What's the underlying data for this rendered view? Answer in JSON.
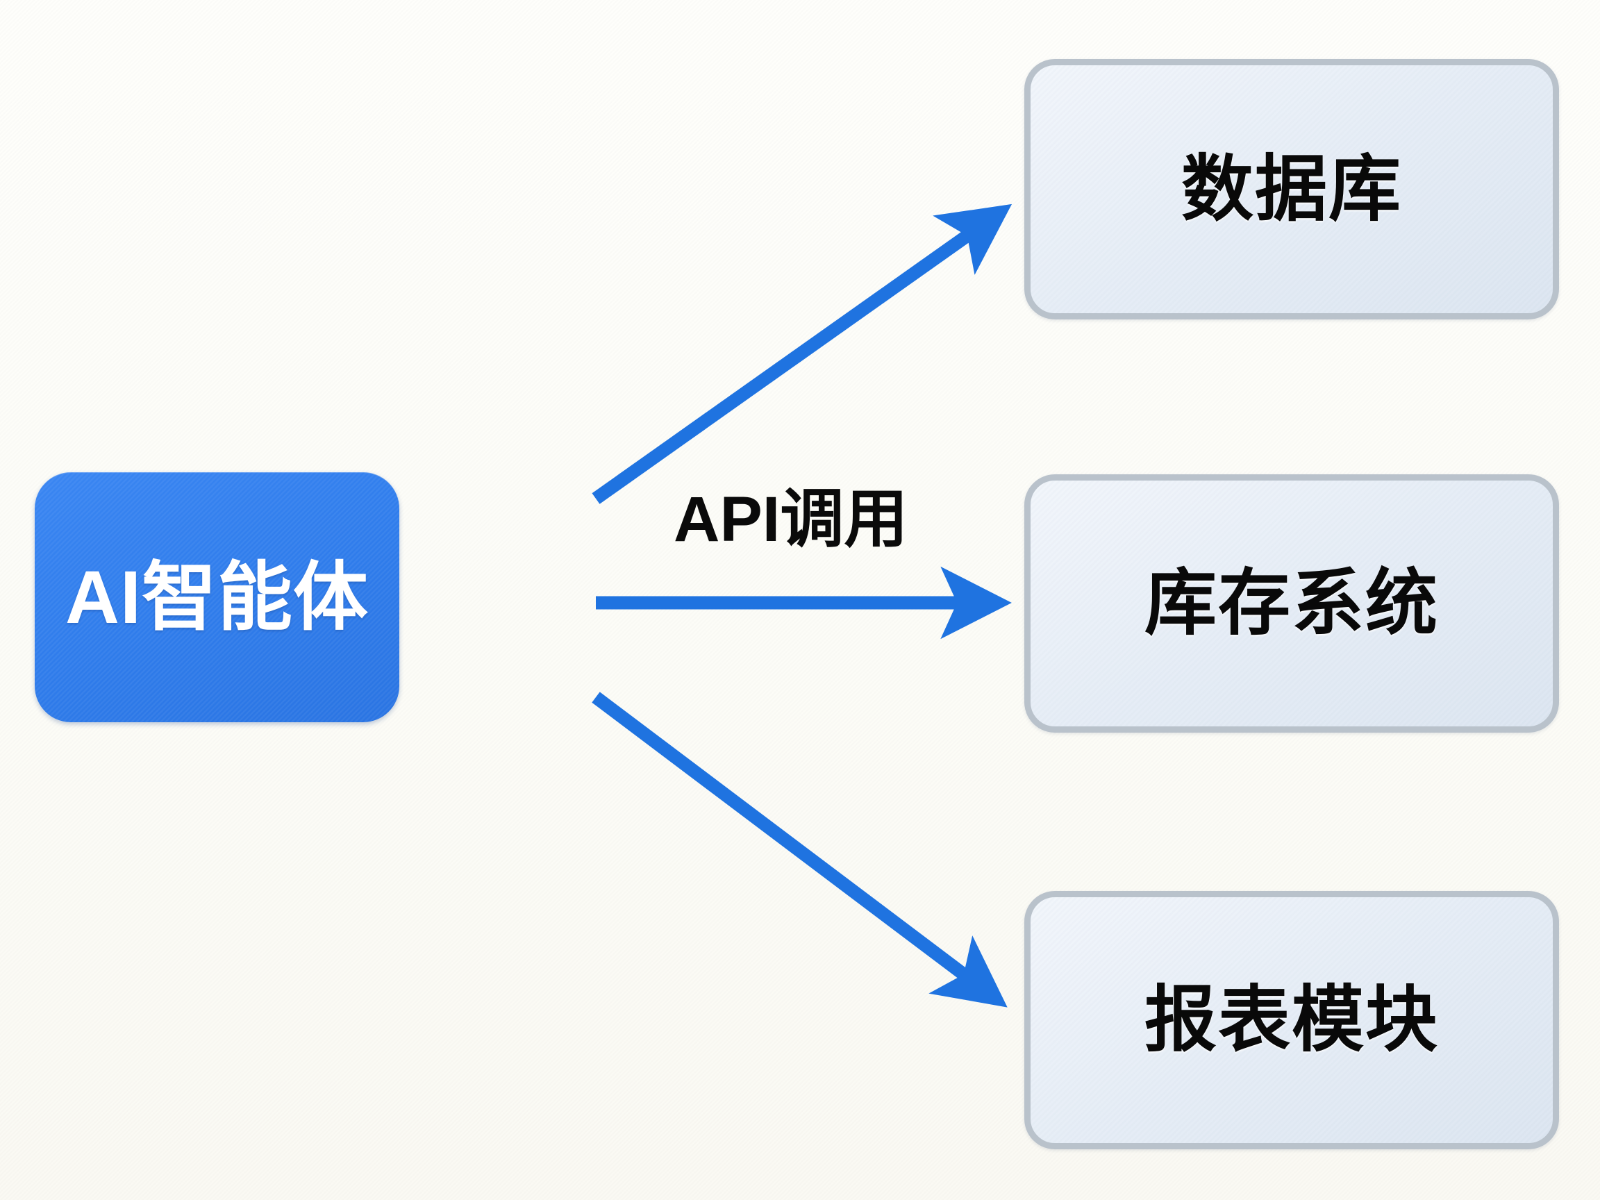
{
  "diagram": {
    "title": "AI Agent API integration diagram",
    "background_color": "#fdfdfa",
    "accent_color": "#2f7ceb",
    "border_color": "#b9c2cb",
    "source_node": {
      "id": "ai-agent",
      "label": "AI智能体",
      "text_color": "#ffffff",
      "fill_color": "#2f7ceb"
    },
    "edge_label": "API调用",
    "targets": [
      {
        "id": "database",
        "label": "数据库",
        "text_color": "#090909",
        "fill_color": "#e6edf6"
      },
      {
        "id": "inventory",
        "label": "库存系统",
        "text_color": "#090909",
        "fill_color": "#e6edf6"
      },
      {
        "id": "report",
        "label": "报表模块",
        "text_color": "#090909",
        "fill_color": "#e6edf6"
      }
    ],
    "edges": [
      {
        "id": "edge-to-database",
        "from": "ai-agent",
        "to": "database",
        "label": "",
        "style": "arrow",
        "color": "#1f73e0"
      },
      {
        "id": "edge-to-inventory",
        "from": "ai-agent",
        "to": "inventory",
        "label": "API调用",
        "style": "arrow",
        "color": "#1f73e0"
      },
      {
        "id": "edge-to-report",
        "from": "ai-agent",
        "to": "report",
        "label": "",
        "style": "arrow",
        "color": "#1f73e0"
      }
    ]
  }
}
